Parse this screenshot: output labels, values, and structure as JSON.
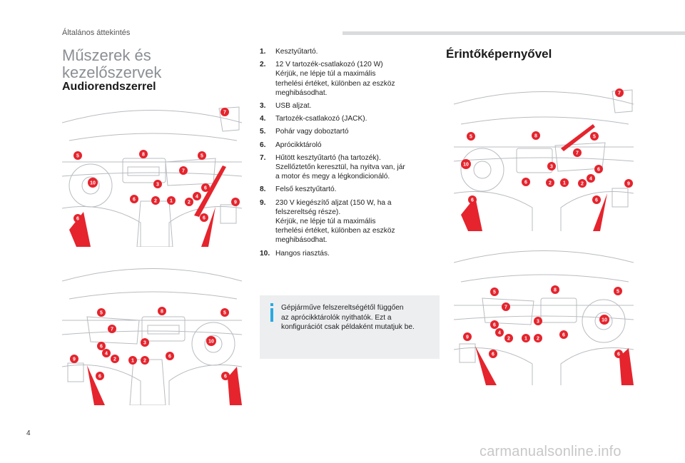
{
  "header": {
    "section": "Általános áttekintés"
  },
  "left": {
    "title_line1": "Műszerek és",
    "title_line2": "kezelőszervek",
    "subtitle": "Audiorendszerrel"
  },
  "right": {
    "title": "Érintőképernyővel"
  },
  "items": [
    {
      "num": "1.",
      "lines": [
        "Kesztyűtartó."
      ]
    },
    {
      "num": "2.",
      "lines": [
        "12 V tartozék-csatlakozó (120 W)",
        "Kérjük, ne lépje túl a maximális",
        "terhelési értéket, különben az eszköz",
        "meghibásodhat."
      ]
    },
    {
      "num": "3.",
      "lines": [
        "USB aljzat."
      ]
    },
    {
      "num": "4.",
      "lines": [
        "Tartozék-csatlakozó (JACK)."
      ]
    },
    {
      "num": "5.",
      "lines": [
        "Pohár vagy doboztartó"
      ]
    },
    {
      "num": "6.",
      "lines": [
        "Aprócikktároló"
      ]
    },
    {
      "num": "7.",
      "lines": [
        "Hűtött kesztyűtartó (ha tartozék).",
        "Szellőztetőn keresztül, ha nyitva van, jár",
        "a motor és megy a légkondicionáló."
      ]
    },
    {
      "num": "8.",
      "lines": [
        "Felső kesztyűtartó."
      ]
    },
    {
      "num": "9.",
      "lines": [
        "230 V kiegészítő aljzat (150 W, ha a",
        "felszereltség része).",
        "Kérjük, ne lépje túl a maximális",
        "terhelési értéket, különben az eszköz",
        "meghibásodhat."
      ]
    },
    {
      "num": "10.",
      "lines": [
        "Hangos riasztás."
      ]
    }
  ],
  "info": {
    "lines": [
      "Gépjárműve felszereltségétől függően",
      "az aprócikktárolók nyithatók. Ezt a",
      "konfigurációt csak példaként mutatjuk be."
    ]
  },
  "markers": [
    "1",
    "2",
    "3",
    "4",
    "5",
    "6",
    "7",
    "8",
    "9",
    "10"
  ],
  "colors": {
    "marker_red": "#e5242d",
    "accent_blue": "#2aa9e0",
    "line_gray": "#b8bcc0",
    "title_gray": "#8a8f94"
  },
  "icons": [
    "info-icon"
  ],
  "page": {
    "number": "4"
  },
  "footer": {
    "watermark": "carmanualsonline.info"
  }
}
